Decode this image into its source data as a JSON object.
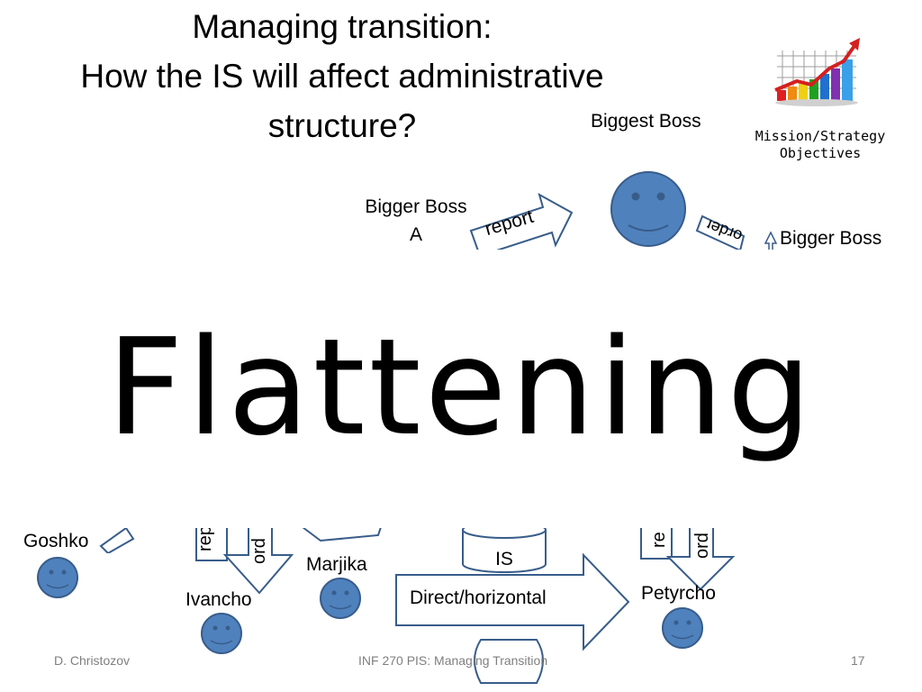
{
  "slide": {
    "title_line1": "Managing transition:",
    "title_line2": "How the IS will affect administrative structure?",
    "overlay_word": "Flattening"
  },
  "diagram": {
    "biggest_boss": "Biggest Boss",
    "bigger_boss_a_line1": "Bigger Boss",
    "bigger_boss_a_line2": "A",
    "bigger_boss_right": "Bigger Boss",
    "mission_line1": "Mission/Strategy",
    "mission_line2": "Objectives",
    "arrow_report": "report",
    "arrow_order_fragment": "order",
    "goshko": "Goshko",
    "ivancho": "Ivancho",
    "marjika": "Marjika",
    "petyrcho": "Petyrcho",
    "is_label": "IS",
    "direct_horizontal": "Direct/horizontal",
    "arrow_rep_fragment": "rep",
    "arrow_ord_fragment": "ord",
    "arrow_re_fragment": "re"
  },
  "colors": {
    "smiley_fill": "#4f81bd",
    "smiley_stroke": "#385d8a",
    "arrow_stroke": "#385d8a",
    "footer_text": "#7f7f7f"
  },
  "footer": {
    "author": "D. Christozov",
    "course": "INF 270 PIS: Managing Transition",
    "page": "17"
  }
}
